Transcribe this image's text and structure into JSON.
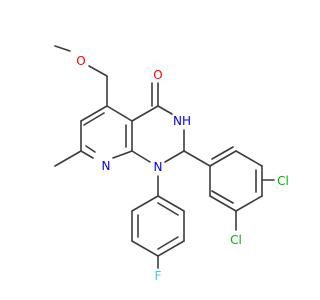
{
  "molecule": {
    "atoms": {
      "O_methoxy": {
        "symbol": "O",
        "color": "#ff0000"
      },
      "O_carbonyl": {
        "symbol": "O",
        "color": "#ff0000"
      },
      "NH": {
        "symbol": "NH",
        "color": "#0000ff"
      },
      "N_pyridine": {
        "symbol": "N",
        "color": "#0000ff"
      },
      "N1": {
        "symbol": "N",
        "color": "#0000ff"
      },
      "Cl_a": {
        "symbol": "Cl",
        "color": "#00b200"
      },
      "Cl_b": {
        "symbol": "Cl",
        "color": "#00b200"
      },
      "F": {
        "symbol": "F",
        "color": "#33ccff"
      }
    },
    "bond_color": "#3c3c3c"
  }
}
